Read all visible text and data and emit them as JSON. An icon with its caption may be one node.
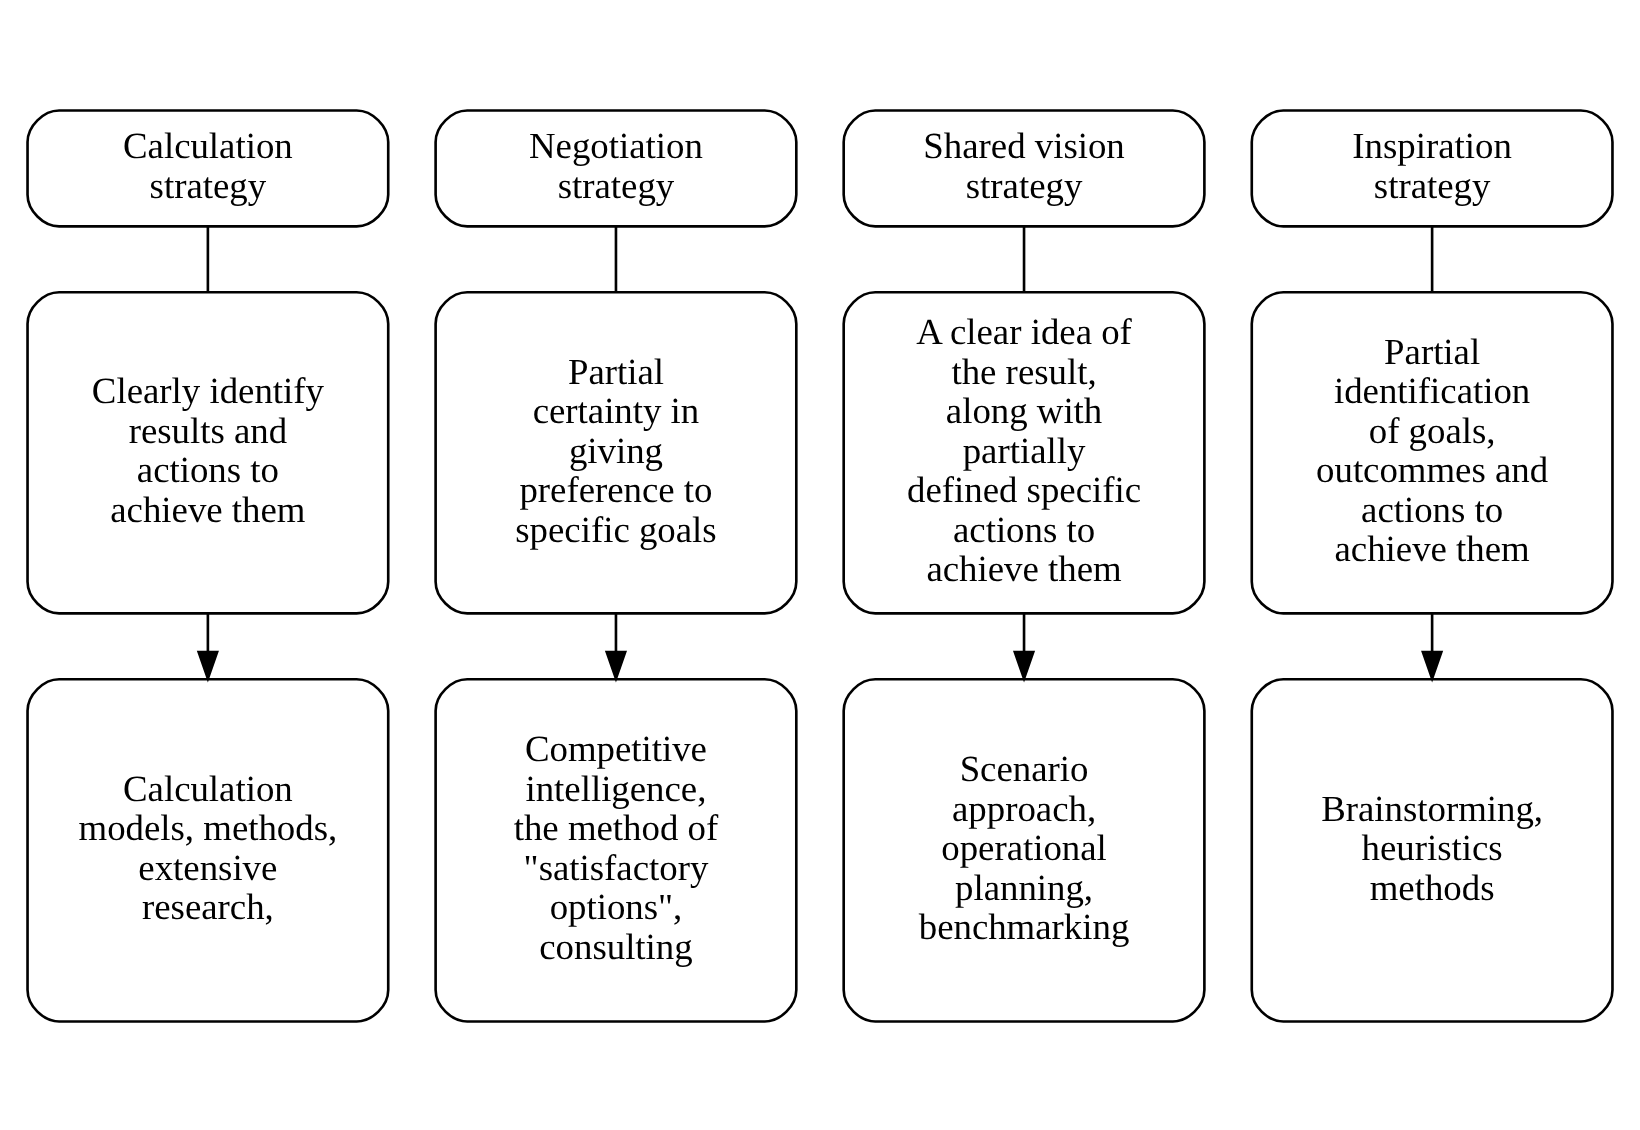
{
  "diagram": {
    "nodes": [
      {
        "text": [
          "Calculation strategy"
        ]
      },
      {
        "text": [
          "Negotiation strategy"
        ]
      },
      {
        "text": [
          "Shared vision strategy"
        ]
      },
      {
        "text": [
          "Inspiration strategy"
        ]
      },
      {
        "text": [
          "Clearly identify results and actions to achieve them"
        ]
      },
      {
        "text": [
          "Partial certainty in giving preference to specific goals"
        ]
      },
      {
        "text": [
          "A clear idea of the result, along with partially defined specific actions to achieve them"
        ]
      },
      {
        "text": [
          "Partial identification of goals, outcommes and actions to achieve them"
        ]
      },
      {
        "text": [
          "Calculation models, methods, extensive research,"
        ]
      },
      {
        "text": [
          "Competitive intelligence, the method of \"satisfactory options\", consulting"
        ]
      },
      {
        "text": [
          "Scenario approach, operational planning, benchmarking"
        ]
      },
      {
        "text": [
          "Brainstorming, heuristics methods"
        ]
      }
    ],
    "edges": [
      {
        "from": 0,
        "to": 4,
        "arrow": "none"
      },
      {
        "from": 1,
        "to": 5,
        "arrow": "none"
      },
      {
        "from": 2,
        "to": 6,
        "arrow": "none"
      },
      {
        "from": 3,
        "to": 7,
        "arrow": "none"
      },
      {
        "from": 4,
        "to": 8,
        "arrow": "to"
      },
      {
        "from": 5,
        "to": 9,
        "arrow": "to"
      },
      {
        "from": 6,
        "to": 10,
        "arrow": "to"
      },
      {
        "from": 7,
        "to": 11,
        "arrow": "to"
      }
    ]
  }
}
